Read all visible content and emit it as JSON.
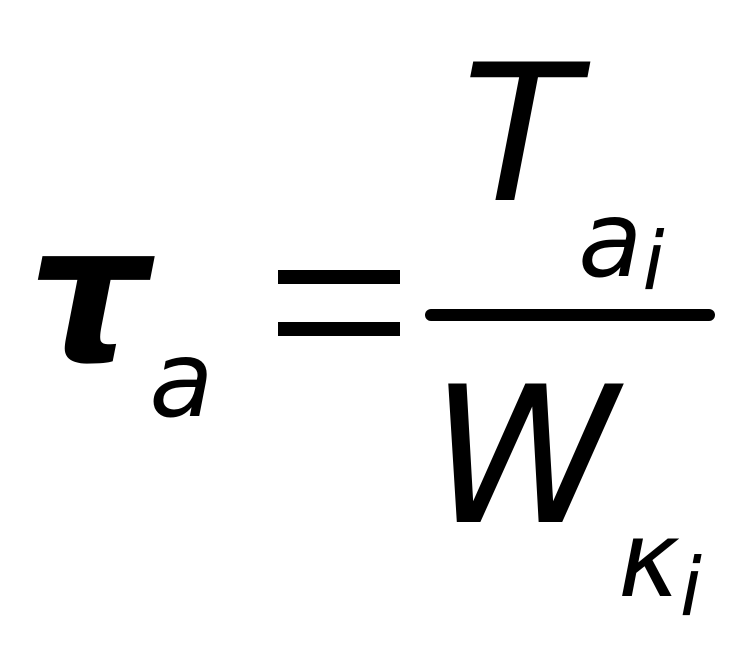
{
  "formula": {
    "lhs": {
      "symbol": "τ",
      "subscript": "a"
    },
    "operator": "=",
    "numerator": {
      "symbol": "T",
      "subscript": "a",
      "subsubscript": "i"
    },
    "denominator": {
      "symbol": "W",
      "subscript": "κ",
      "subsubscript": "i"
    }
  }
}
